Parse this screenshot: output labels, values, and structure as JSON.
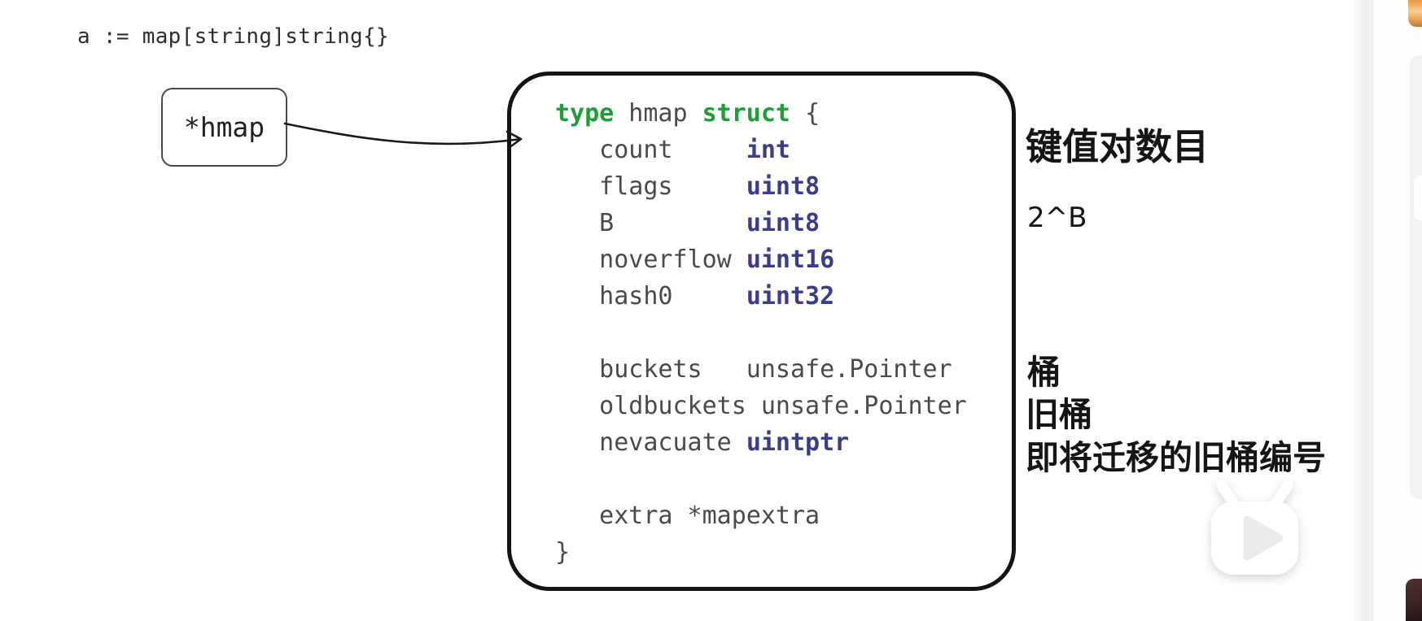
{
  "declaration": "a := map[string]string{}",
  "pointer_box": {
    "label": "*hmap"
  },
  "struct_code": {
    "lines": [
      {
        "segments": [
          {
            "t": "type",
            "c": "kw"
          },
          {
            "t": " hmap ",
            "c": "pl"
          },
          {
            "t": "struct",
            "c": "kw"
          },
          {
            "t": " {",
            "c": "pl"
          }
        ]
      },
      {
        "segments": [
          {
            "t": "   count     ",
            "c": "pl"
          },
          {
            "t": "int",
            "c": "ty"
          }
        ]
      },
      {
        "segments": [
          {
            "t": "   flags     ",
            "c": "pl"
          },
          {
            "t": "uint8",
            "c": "ty"
          }
        ]
      },
      {
        "segments": [
          {
            "t": "   B         ",
            "c": "pl"
          },
          {
            "t": "uint8",
            "c": "ty"
          }
        ]
      },
      {
        "segments": [
          {
            "t": "   noverflow ",
            "c": "pl"
          },
          {
            "t": "uint16",
            "c": "ty"
          }
        ]
      },
      {
        "segments": [
          {
            "t": "   hash0     ",
            "c": "pl"
          },
          {
            "t": "uint32",
            "c": "ty"
          }
        ]
      },
      {
        "segments": [
          {
            "t": " ",
            "c": "pl"
          }
        ]
      },
      {
        "segments": [
          {
            "t": "   buckets   unsafe.Pointer",
            "c": "pl"
          }
        ]
      },
      {
        "segments": [
          {
            "t": "   oldbuckets unsafe.Pointer",
            "c": "pl"
          }
        ]
      },
      {
        "segments": [
          {
            "t": "   nevacuate ",
            "c": "pl"
          },
          {
            "t": "uintptr",
            "c": "ty"
          }
        ]
      },
      {
        "segments": [
          {
            "t": " ",
            "c": "pl"
          }
        ]
      },
      {
        "segments": [
          {
            "t": "   extra *mapextra",
            "c": "pl"
          }
        ]
      },
      {
        "segments": [
          {
            "t": "}",
            "c": "pl"
          }
        ]
      }
    ]
  },
  "annotations": {
    "count": "键值对数目",
    "b_note": "2^B",
    "buckets": "桶",
    "oldbuckets": "旧桶",
    "nevacuate": "即将迁移的旧桶编号"
  },
  "icons": {
    "watermark": "bilibili-tv-play-icon"
  },
  "colors": {
    "keyword_green": "#1e9e38",
    "type_navy": "#3c3c8c",
    "code_gray": "#4a4a4a",
    "ink_black": "#141414",
    "sidebar_orange": "#e89a3e",
    "sidebar_dark_thumb": "#3a2423",
    "sidebar_panel_gray": "#f1f2f3"
  }
}
